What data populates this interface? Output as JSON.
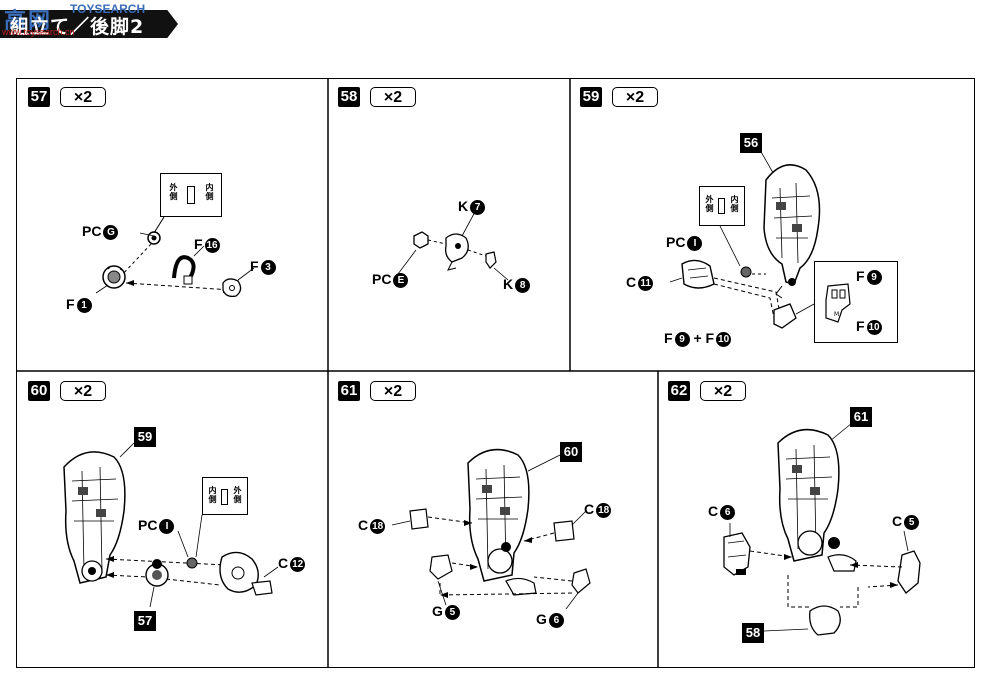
{
  "header": {
    "title": "組立て／後脚2",
    "watermark_cn": "高网",
    "watermark_en": "TOYSEARCH",
    "watermark_url": "www.toysearch.cn"
  },
  "side_labels": {
    "outer": "外側",
    "inner": "内側"
  },
  "steps": [
    {
      "number": "57",
      "qty": "×2",
      "labels": {
        "pcg": "PC",
        "pcg_n": "G",
        "f16": "F",
        "f16_n": "16",
        "f3": "F",
        "f3_n": "3",
        "f1": "F",
        "f1_n": "1"
      }
    },
    {
      "number": "58",
      "qty": "×2",
      "labels": {
        "k7": "K",
        "k7_n": "7",
        "pce": "PC",
        "pce_n": "E",
        "k8": "K",
        "k8_n": "8"
      }
    },
    {
      "number": "59",
      "qty": "×2",
      "ref": "56",
      "labels": {
        "pci": "PC",
        "pci_n": "I",
        "c11": "C",
        "c11_n": "11",
        "combo_a": "F",
        "combo_a_n": "9",
        "combo_plus": "+",
        "combo_b": "F",
        "combo_b_n": "10",
        "f9": "F",
        "f9_n": "9",
        "f10": "F",
        "f10_n": "10"
      }
    },
    {
      "number": "60",
      "qty": "×2",
      "ref": "59",
      "ref2": "57",
      "labels": {
        "pci": "PC",
        "pci_n": "I",
        "c12": "C",
        "c12_n": "12"
      }
    },
    {
      "number": "61",
      "qty": "×2",
      "ref": "60",
      "labels": {
        "c18a": "C",
        "c18a_n": "18",
        "c18b": "C",
        "c18b_n": "18",
        "g5": "G",
        "g5_n": "5",
        "g6": "G",
        "g6_n": "6"
      }
    },
    {
      "number": "62",
      "qty": "×2",
      "ref": "61",
      "ref2": "58",
      "labels": {
        "c6": "C",
        "c6_n": "6",
        "c5": "C",
        "c5_n": "5"
      }
    }
  ]
}
